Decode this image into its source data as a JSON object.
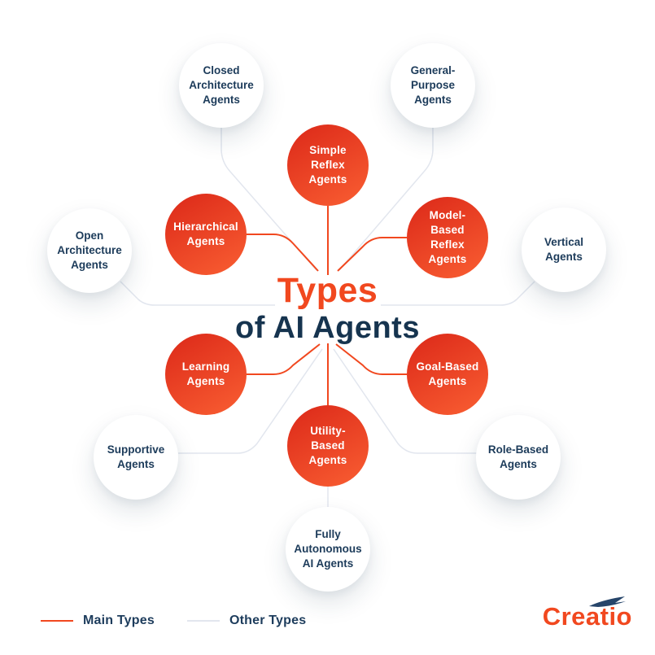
{
  "title": {
    "line1": "Types",
    "line2": "of AI Agents"
  },
  "legend": {
    "main_label": "Main Types",
    "other_label": "Other Types"
  },
  "logo": {
    "brand": "Creatio"
  },
  "colors": {
    "accent": "#F1481F",
    "navy": "#16344F",
    "main_line": "#F1481F",
    "other_line": "#E2E6EE",
    "main_node_gradient_start": "#DD2B1A",
    "main_node_gradient_end": "#F85C31"
  },
  "nodes": {
    "main": [
      {
        "id": "simple-reflex-agents",
        "label": "Simple Reflex Agents"
      },
      {
        "id": "model-based-reflex-agents",
        "label": "Model-Based Reflex Agents"
      },
      {
        "id": "goal-based-agents",
        "label": "Goal-Based Agents"
      },
      {
        "id": "utility-based-agents",
        "label": "Utility-Based Agents"
      },
      {
        "id": "learning-agents",
        "label": "Learning Agents"
      },
      {
        "id": "hierarchical-agents",
        "label": "Hierarchical Agents"
      }
    ],
    "other": [
      {
        "id": "closed-architecture-agents",
        "label": "Closed Architecture Agents"
      },
      {
        "id": "general-purpose-agents",
        "label": "General-Purpose Agents"
      },
      {
        "id": "vertical-agents",
        "label": "Vertical Agents"
      },
      {
        "id": "role-based-agents",
        "label": "Role-Based Agents"
      },
      {
        "id": "fully-autonomous-ai-agents",
        "label": "Fully Autonomous AI Agents"
      },
      {
        "id": "supportive-agents",
        "label": "Supportive Agents"
      },
      {
        "id": "open-architecture-agents",
        "label": "Open Architecture Agents"
      }
    ]
  }
}
